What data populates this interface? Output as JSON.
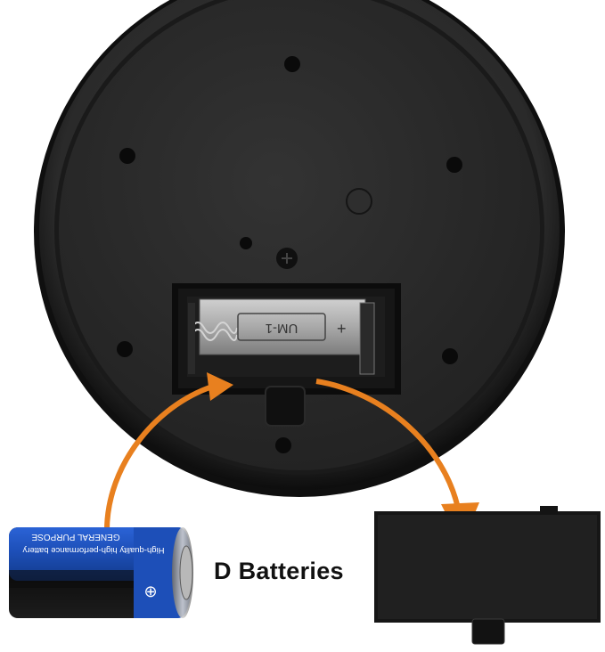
{
  "caption": "D Batteries",
  "compartment_marking": "UM-1",
  "compartment_polarity": "+",
  "battery": {
    "brand_line1": "GENERAL PURPOSE",
    "brand_line2": "High-quality high-performance battery",
    "terminal_symbol": "⊕"
  },
  "colors": {
    "housing": "#1c1c1c",
    "arrow": "#e8801f",
    "battery_blue": "#1d4fb8",
    "battery_black": "#151515"
  }
}
